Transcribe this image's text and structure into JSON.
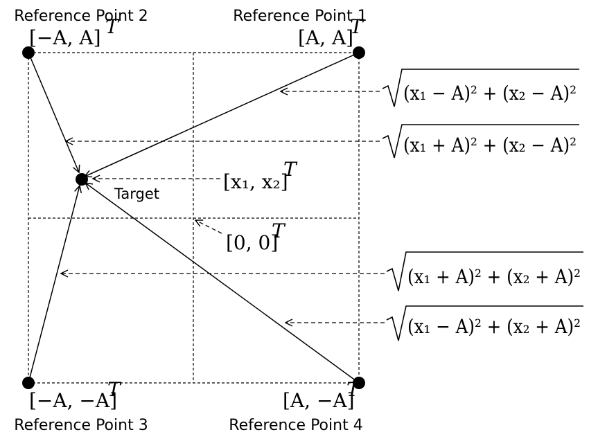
{
  "reference_points": [
    {
      "name": "Reference Point 1",
      "coord": "[A, A]",
      "sup": "T"
    },
    {
      "name": "Reference Point 2",
      "coord": "[−A, A]",
      "sup": "T"
    },
    {
      "name": "Reference Point 3",
      "coord": "[−A, −A]",
      "sup": "T"
    },
    {
      "name": "Reference Point 4",
      "coord": "[A, −A]",
      "sup": "T"
    }
  ],
  "target": {
    "label": "Target",
    "coord": "[x₁, x₂]",
    "sup": "T"
  },
  "origin": {
    "coord": "[0, 0]",
    "sup": "T"
  },
  "distances": [
    {
      "expr": "(x₁ − A)² + (x₂ − A)²"
    },
    {
      "expr": "(x₁ + A)² + (x₂ − A)²"
    },
    {
      "expr": "(x₁ + A)² + (x₂ + A)²"
    },
    {
      "expr": "(x₁ − A)² + (x₂ + A)²"
    }
  ]
}
